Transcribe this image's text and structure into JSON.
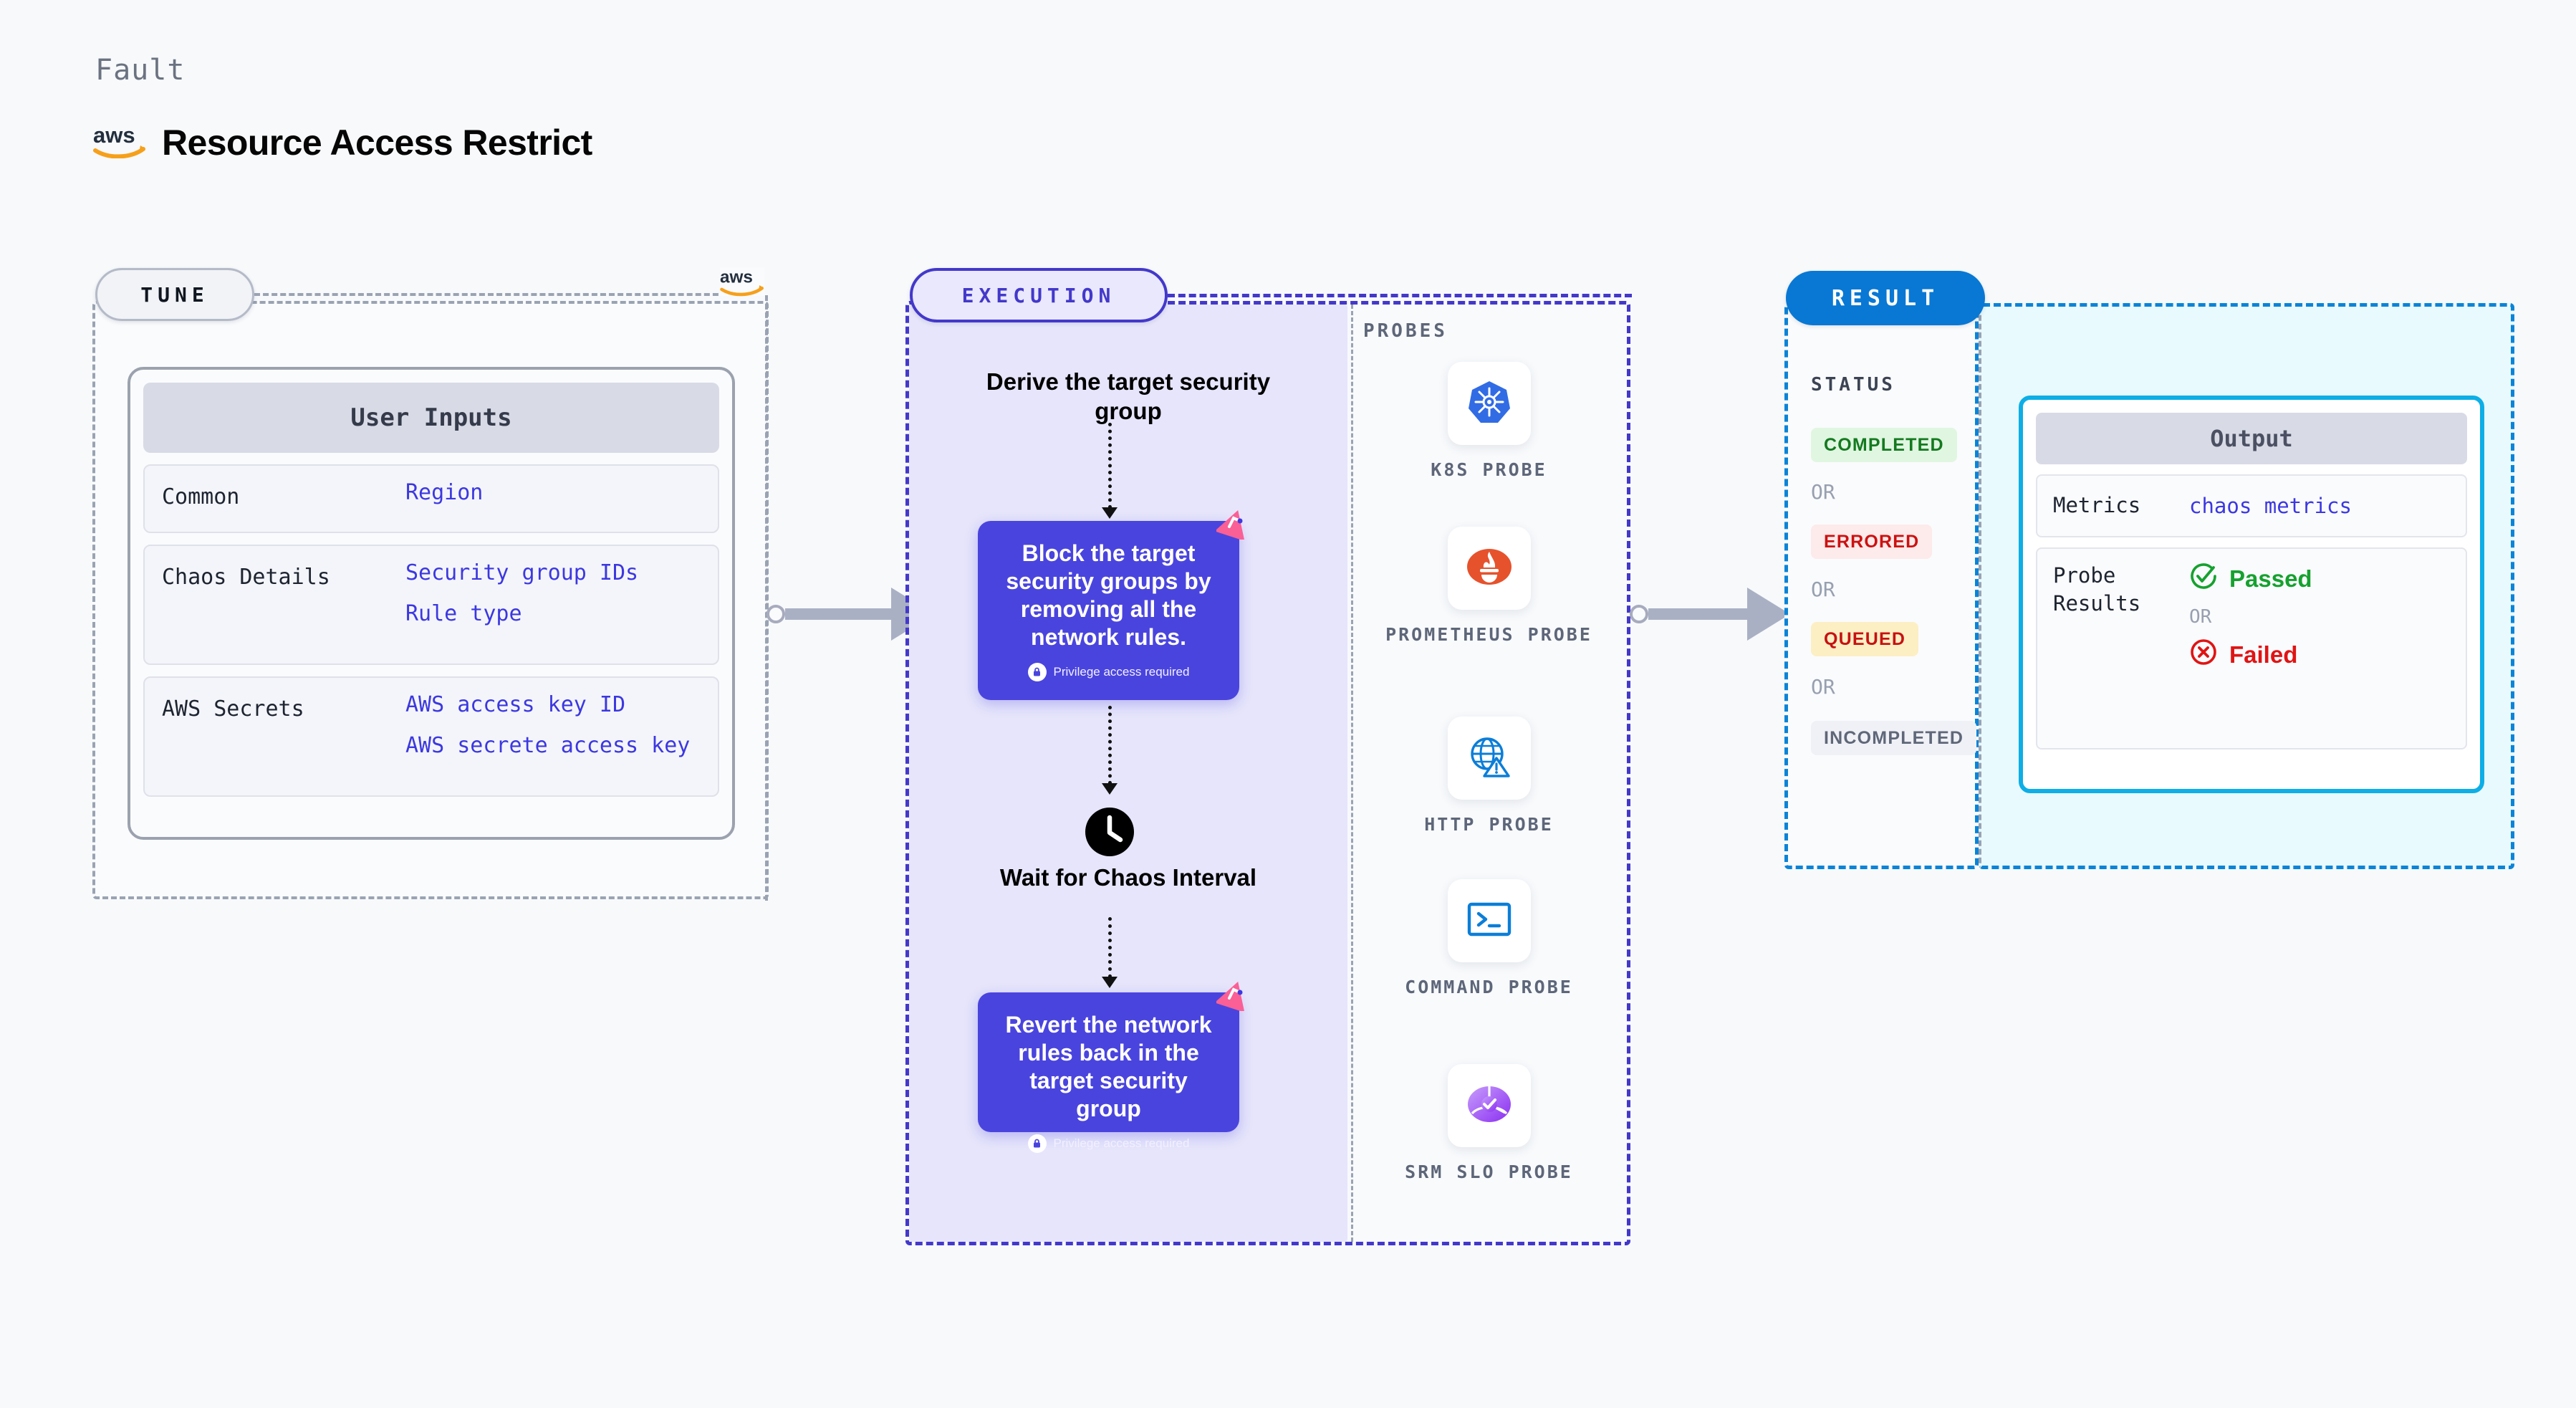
{
  "header": {
    "kicker": "Fault",
    "provider_icon": "aws-logo-icon",
    "title": "Resource Access Restrict"
  },
  "tune": {
    "badge": "TUNE",
    "provider_icon": "aws-logo-icon",
    "card_title": "User Inputs",
    "rows": [
      {
        "key": "Common",
        "values": [
          "Region"
        ]
      },
      {
        "key": "Chaos Details",
        "values": [
          "Security group IDs",
          "Rule type"
        ]
      },
      {
        "key": "AWS Secrets",
        "values": [
          "AWS access key ID",
          "AWS secrete access key"
        ]
      }
    ]
  },
  "execution": {
    "badge": "EXECUTION",
    "steps": {
      "derive_title": "Derive the target security group",
      "block_box": {
        "text": "Block the target security groups by removing all the network rules.",
        "privilege": "Privilege access required",
        "lock_icon": "lock-icon",
        "brand_icon": "litmus-chaos-icon"
      },
      "wait_title": "Wait for Chaos Interval",
      "wait_icon": "clock-icon",
      "revert_box": {
        "text": "Revert the network rules back in the target security group",
        "privilege": "Privilege access required",
        "lock_icon": "lock-icon",
        "brand_icon": "litmus-chaos-icon"
      }
    },
    "probes_label": "PROBES",
    "probes": [
      {
        "name": "K8S PROBE",
        "icon": "kubernetes-icon"
      },
      {
        "name": "PROMETHEUS PROBE",
        "icon": "prometheus-icon"
      },
      {
        "name": "HTTP PROBE",
        "icon": "http-globe-warning-icon"
      },
      {
        "name": "COMMAND PROBE",
        "icon": "terminal-icon"
      },
      {
        "name": "SRM SLO PROBE",
        "icon": "srm-slo-icon"
      }
    ]
  },
  "result": {
    "badge": "RESULT",
    "status_label": "STATUS",
    "or_label": "OR",
    "statuses": [
      {
        "label": "COMPLETED",
        "color": "#147a1f",
        "bg": "#e0f6e1"
      },
      {
        "label": "ERRORED",
        "color": "#cc1111",
        "bg": "#fdeaea"
      },
      {
        "label": "QUEUED",
        "color": "#c61212",
        "bg": "#fdefc4"
      },
      {
        "label": "INCOMPLETED",
        "color": "#5f6779",
        "bg": "#f0f1f6"
      }
    ],
    "output": {
      "title": "Output",
      "metrics_key": "Metrics",
      "metrics_value": "chaos metrics",
      "probe_results_key": "Probe Results",
      "passed_label": "Passed",
      "passed_icon": "check-circle-icon",
      "or_label": "OR",
      "failed_label": "Failed",
      "failed_icon": "x-circle-icon"
    }
  },
  "colors": {
    "accent_purple": "#4a44de",
    "accent_blue": "#0878d4",
    "accent_cyan": "#0eaee6",
    "link_blue": "#3c38e0",
    "aws_orange": "#f6a01a",
    "litmus_pink": "#fa5f96"
  }
}
